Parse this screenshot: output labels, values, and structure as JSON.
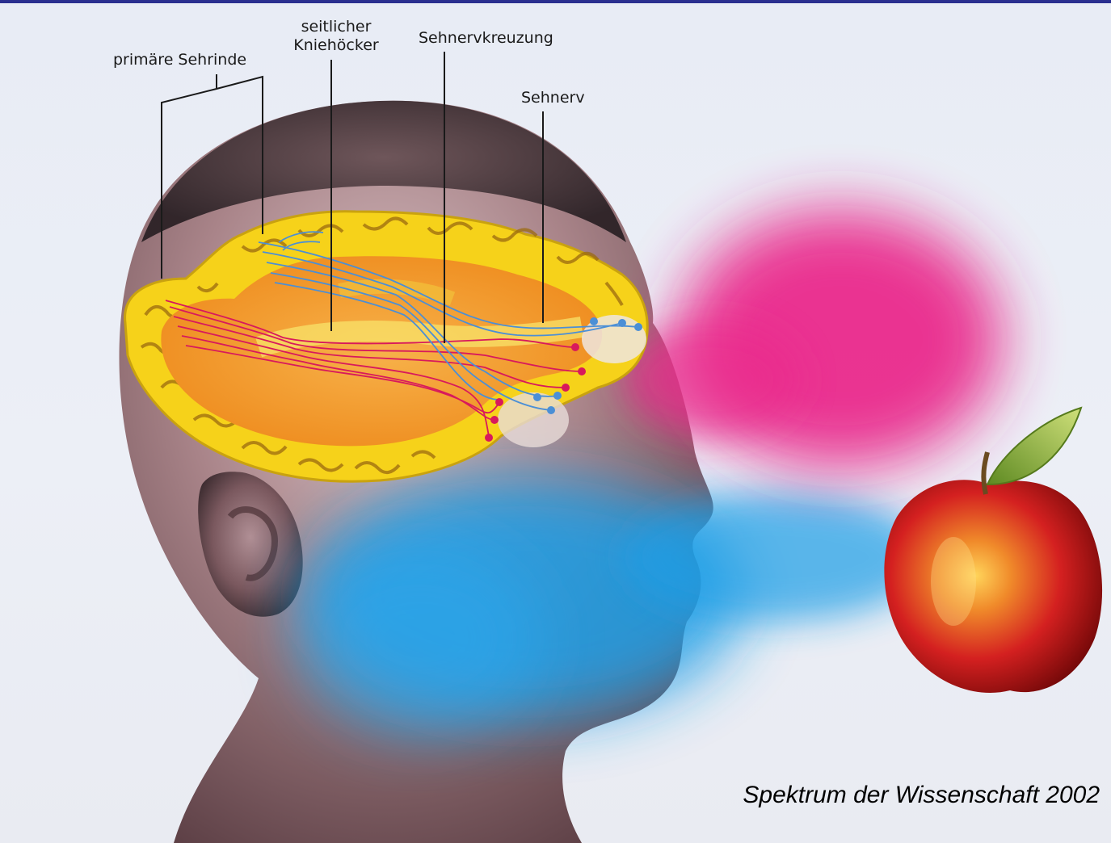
{
  "labels": {
    "primary_visual_cortex": "primäre Sehrinde",
    "lateral_geniculate_line1": "seitlicher",
    "lateral_geniculate_line2": "Kniehöcker",
    "optic_chiasm": "Sehnervkreuzung",
    "optic_nerve": "Sehnerv"
  },
  "credit": "Spektrum der Wissenschaft 2002",
  "colors": {
    "frame_rule": "#2a2f8f",
    "magenta_beam": "#ea2a8c",
    "cyan_beam": "#1f9ee6",
    "cortex_yellow": "#f6d21a",
    "brain_orange": "#f49a2a",
    "nerve_red": "#d8195c",
    "nerve_blue": "#4b8fd6",
    "skin": "#a27c82",
    "apple_red": "#cc1d1d",
    "leaf_green": "#8fb23a"
  }
}
